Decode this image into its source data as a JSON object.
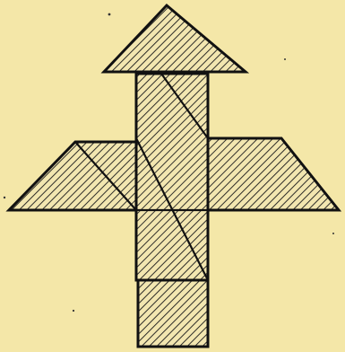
{
  "figure": {
    "background_color": "#f4e7a8",
    "ink_color": "#111111",
    "pieces": [
      "top-triangle",
      "left-wing",
      "right-wing",
      "upper-stem",
      "lower-stem-square"
    ]
  }
}
